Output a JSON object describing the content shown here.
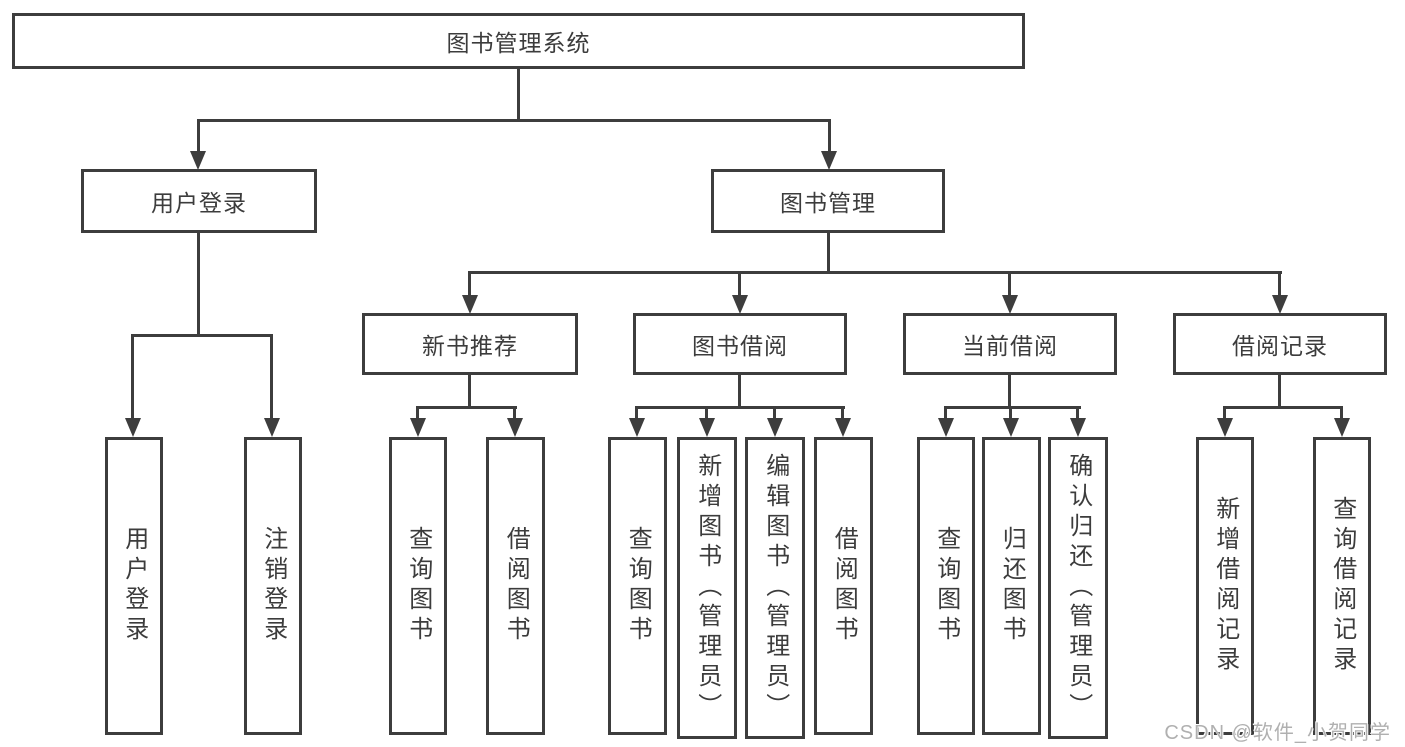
{
  "tree": {
    "root": {
      "label": "图书管理系统"
    },
    "branches": [
      {
        "label": "用户登录",
        "children": [
          {
            "label": "用户登录"
          },
          {
            "label": "注销登录"
          }
        ]
      },
      {
        "label": "图书管理",
        "children": [
          {
            "label": "新书推荐",
            "children": [
              {
                "label": "查询图书"
              },
              {
                "label": "借阅图书"
              }
            ]
          },
          {
            "label": "图书借阅",
            "children": [
              {
                "label": "查询图书"
              },
              {
                "label": "新增图书（管理员）"
              },
              {
                "label": "编辑图书（管理员）"
              },
              {
                "label": "借阅图书"
              }
            ]
          },
          {
            "label": "当前借阅",
            "children": [
              {
                "label": "查询图书"
              },
              {
                "label": "归还图书"
              },
              {
                "label": "确认归还（管理员）"
              }
            ]
          },
          {
            "label": "借阅记录",
            "children": [
              {
                "label": "新增借阅记录"
              },
              {
                "label": "查询借阅记录"
              }
            ]
          }
        ]
      }
    ]
  },
  "watermark": {
    "text": "CSDN @软件_小贺同学"
  },
  "colors": {
    "line": "#3d3d3d",
    "text": "#3c3c3c",
    "watermark": "#b0b0b0",
    "background": "#ffffff"
  }
}
